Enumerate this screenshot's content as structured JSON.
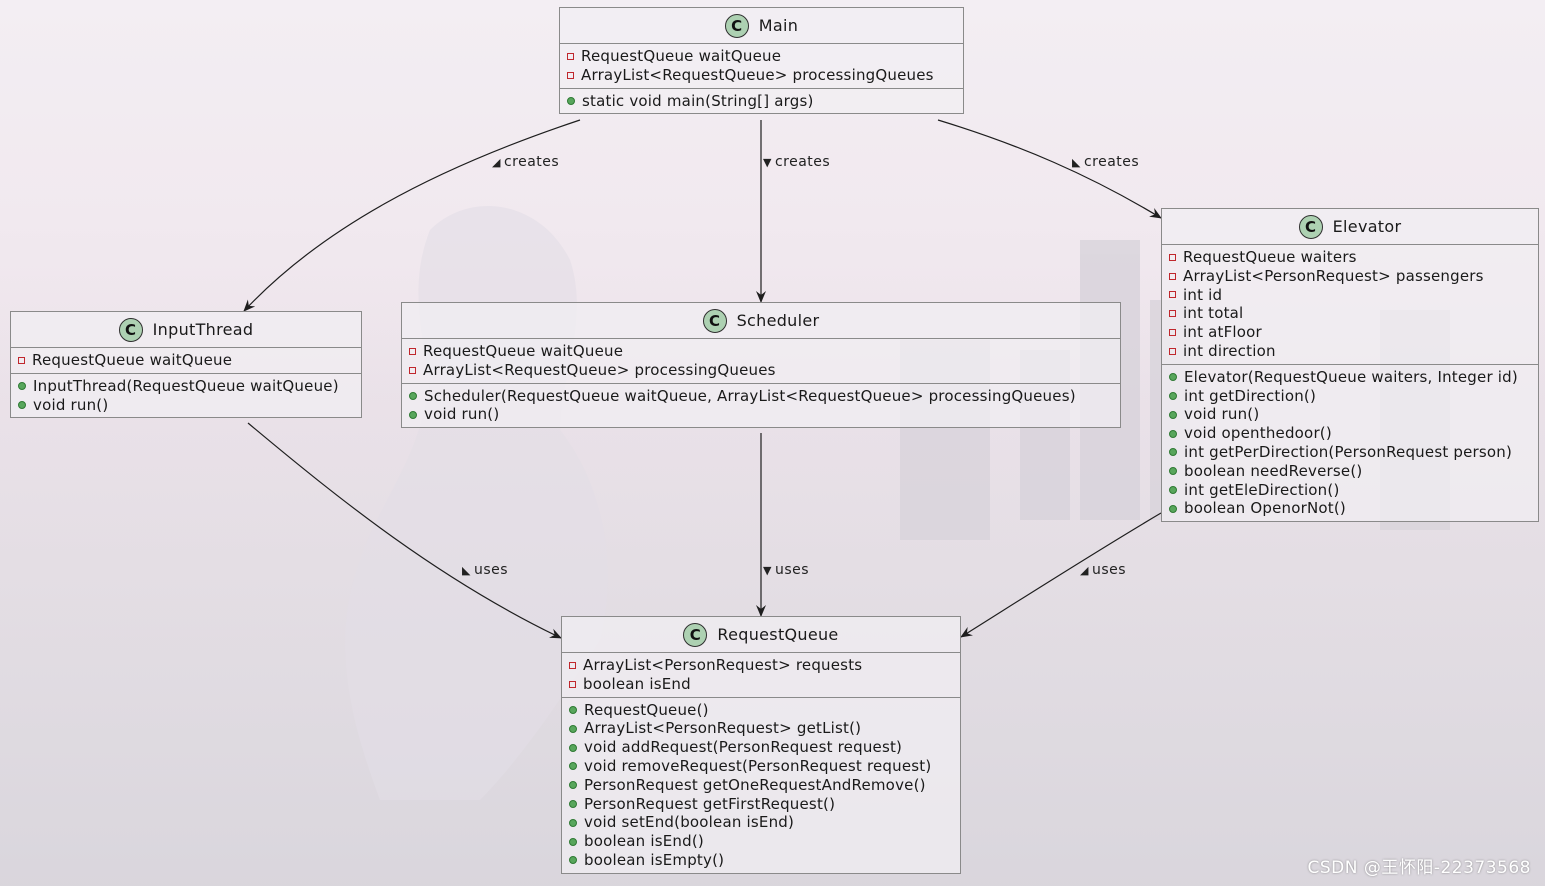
{
  "classes": {
    "main": {
      "name": "Main",
      "fields": [
        "RequestQueue waitQueue",
        "ArrayList<RequestQueue> processingQueues"
      ],
      "methods": [
        "static void main(String[] args)"
      ]
    },
    "input_thread": {
      "name": "InputThread",
      "fields": [
        "RequestQueue waitQueue"
      ],
      "methods": [
        "InputThread(RequestQueue waitQueue)",
        "void run()"
      ]
    },
    "scheduler": {
      "name": "Scheduler",
      "fields": [
        "RequestQueue waitQueue",
        "ArrayList<RequestQueue> processingQueues"
      ],
      "methods": [
        "Scheduler(RequestQueue waitQueue, ArrayList<RequestQueue> processingQueues)",
        "void run()"
      ]
    },
    "elevator": {
      "name": "Elevator",
      "fields": [
        "RequestQueue waiters",
        "ArrayList<PersonRequest> passengers",
        "int id",
        "int total",
        "int atFloor",
        "int direction"
      ],
      "methods": [
        "Elevator(RequestQueue waiters, Integer id)",
        "int getDirection()",
        "void run()",
        "void openthedoor()",
        "int getPerDirection(PersonRequest person)",
        "boolean needReverse()",
        "int getEleDirection()",
        "boolean OpenorNot()"
      ]
    },
    "request_queue": {
      "name": "RequestQueue",
      "fields": [
        "ArrayList<PersonRequest> requests",
        "boolean isEnd"
      ],
      "methods": [
        "RequestQueue()",
        "ArrayList<PersonRequest> getList()",
        "void addRequest(PersonRequest request)",
        "void removeRequest(PersonRequest request)",
        "PersonRequest getOneRequestAndRemove()",
        "PersonRequest getFirstRequest()",
        "void setEnd(boolean isEnd)",
        "boolean isEnd()",
        "boolean isEmpty()"
      ]
    }
  },
  "relations": {
    "main_input": "creates",
    "main_scheduler": "creates",
    "main_elevator": "creates",
    "input_queue": "uses",
    "scheduler_queue": "uses",
    "elevator_queue": "uses"
  },
  "class_icon_letter": "C",
  "colors": {
    "class_icon": "#add1b2",
    "private_marker": "#c0272d",
    "public_marker": "#58a65c",
    "line": "#1e1e1e"
  },
  "watermark": "CSDN @王怀阳-22373568"
}
